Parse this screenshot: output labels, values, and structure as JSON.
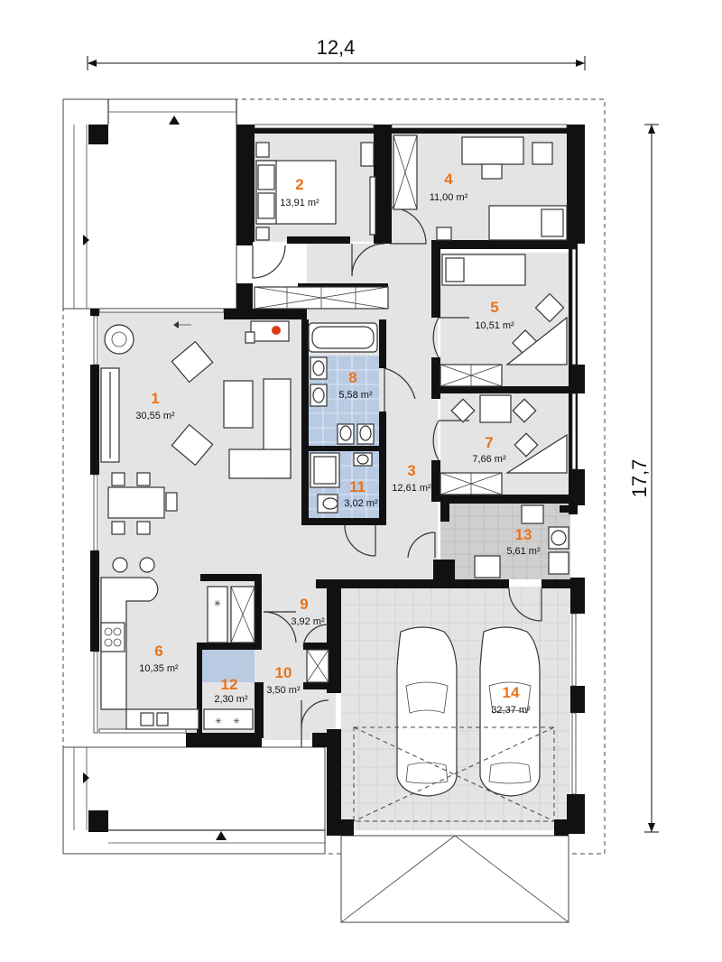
{
  "dimensions": {
    "width": "12,4",
    "height": "17,7"
  },
  "rooms": [
    {
      "id": "1",
      "num": "1",
      "area": "30,55 m²"
    },
    {
      "id": "2",
      "num": "2",
      "area": "13,91 m²"
    },
    {
      "id": "3",
      "num": "3",
      "area": "12,61 m²"
    },
    {
      "id": "4",
      "num": "4",
      "area": "11,00 m²"
    },
    {
      "id": "5",
      "num": "5",
      "area": "10,51 m²"
    },
    {
      "id": "6",
      "num": "6",
      "area": "10,35 m²"
    },
    {
      "id": "7",
      "num": "7",
      "area": "7,66 m²"
    },
    {
      "id": "8",
      "num": "8",
      "area": "5,58 m²"
    },
    {
      "id": "9",
      "num": "9",
      "area": "3,92 m²"
    },
    {
      "id": "10",
      "num": "10",
      "area": "3,50 m²"
    },
    {
      "id": "11",
      "num": "11",
      "area": "3,02 m²"
    },
    {
      "id": "12",
      "num": "12",
      "area": "2,30 m²"
    },
    {
      "id": "13",
      "num": "13",
      "area": "5,61 m²"
    },
    {
      "id": "14",
      "num": "14",
      "area": "32,37 m²"
    }
  ],
  "colors": {
    "floor": "#e4e4e4",
    "tiles": "#b9cbe3",
    "labels": "#e8731a",
    "walls": "#111111"
  }
}
